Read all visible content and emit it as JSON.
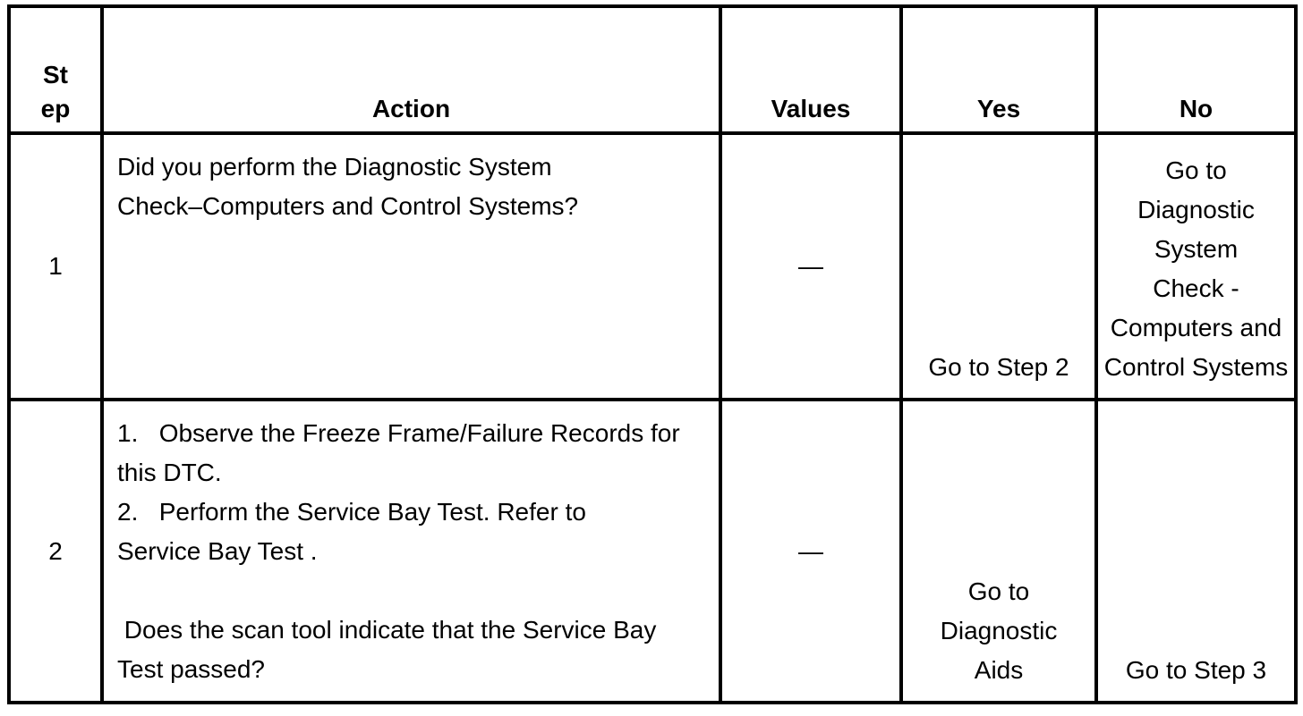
{
  "header": {
    "step_lines": [
      "St",
      "ep"
    ],
    "action": "Action",
    "values": "Values",
    "yes": "Yes",
    "no": "No"
  },
  "rows": [
    {
      "step": "1",
      "action_lines": [
        "Did you perform the Diagnostic System",
        "Check–Computers and Control Systems?"
      ],
      "values": "—",
      "yes_lines": [
        "Go to Step 2"
      ],
      "no_lines": [
        "Go to",
        "Diagnostic",
        "System",
        "Check -",
        "Computers and",
        "Control Systems"
      ]
    },
    {
      "step": "2",
      "action_lines": [
        "1.   Observe the Freeze Frame/Failure Records for",
        "this DTC.",
        "2.   Perform the Service Bay Test. Refer to",
        "Service Bay Test .",
        "",
        " Does the scan tool indicate that the Service Bay",
        "Test passed?"
      ],
      "values": "—",
      "yes_lines": [
        "Go to",
        "Diagnostic",
        "Aids"
      ],
      "no_lines": [
        "Go to Step 3"
      ]
    }
  ]
}
